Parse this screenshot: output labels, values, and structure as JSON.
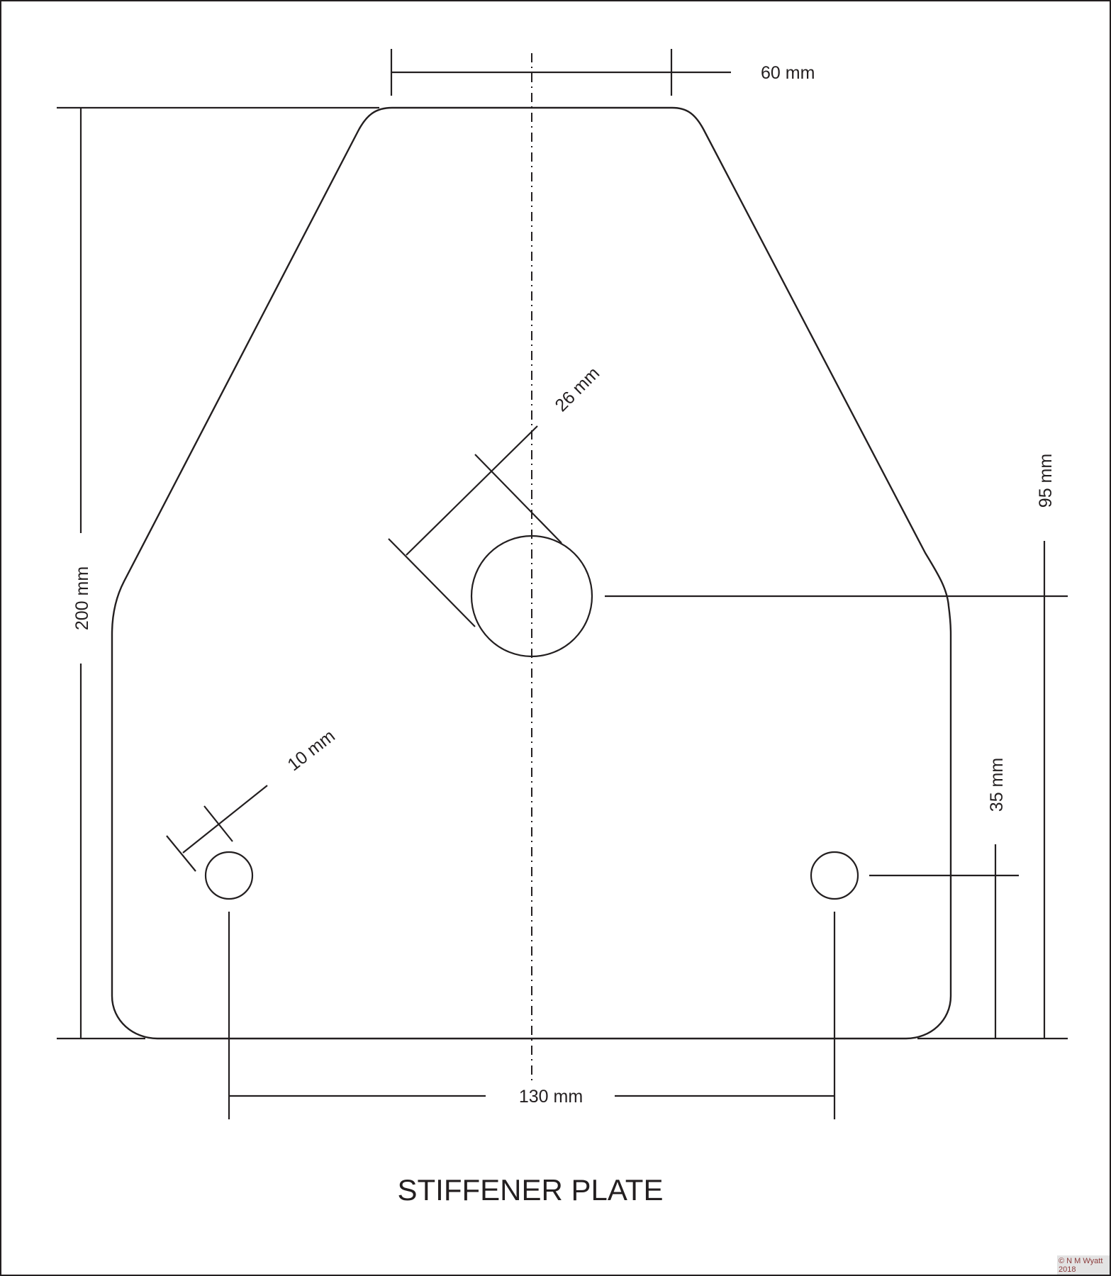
{
  "drawing": {
    "title": "STIFFENER PLATE",
    "part": "stiffener-plate",
    "features": {
      "large_hole": {
        "diameter_label": "26 mm"
      },
      "small_holes": {
        "count": 2,
        "diameter_label": "10 mm"
      }
    },
    "dimensions": {
      "top_width": "60 mm",
      "overall_height": "200 mm",
      "large_hole_height": "95 mm",
      "small_hole_height": "35 mm",
      "small_hole_spacing": "130 mm",
      "large_hole_diameter": "26 mm",
      "small_hole_diameter": "10 mm"
    },
    "line_color": "#231f20"
  },
  "footer": {
    "copyright_line1": "© N M Wyatt",
    "copyright_line2": "2018",
    "copyright_bg": "#e3e3e3",
    "copyright_color": "#8a3b3b"
  }
}
